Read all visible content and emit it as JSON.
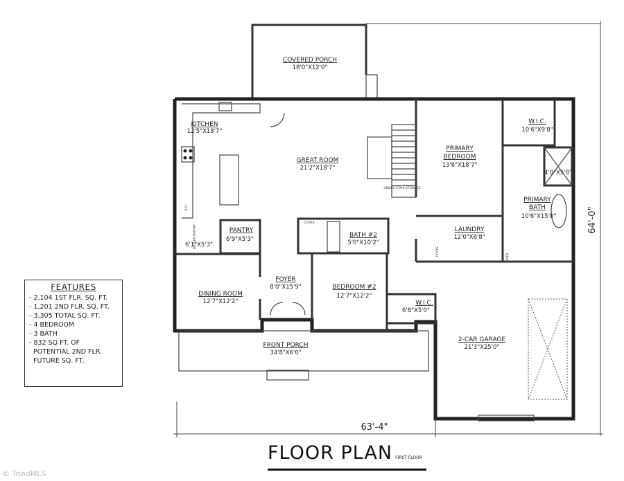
{
  "title": {
    "main": "FLOOR PLAN",
    "sub": "FIRST FLOOR"
  },
  "features": {
    "heading": "FEATURES",
    "items": [
      "- 2,104 1ST FLR. SQ. FT.",
      "- 1,201 2ND FLR. SQ. FT.",
      "- 3,305 TOTAL SQ. FT.",
      "- 4 BEDROOM",
      "- 3 BATH",
      "- 832 SQ FT. OF\n  POTENTIAL 2ND FLR.\n  FUTURE SQ. FT."
    ]
  },
  "dimensions": {
    "width": "63'-4\"",
    "depth": "64'-0\""
  },
  "rooms": {
    "covered_porch": {
      "name": "COVERED PORCH",
      "size": "18'0\"X12'0\""
    },
    "kitchen": {
      "name": "KITCHEN",
      "size": "12'5\"X18'7\""
    },
    "great_room": {
      "name": "GREAT ROOM",
      "size": "21'2\"X18'7\""
    },
    "primary_bedroom": {
      "name1": "PRIMARY",
      "name2": "BEDROOM",
      "size": "13'6\"X18'7\""
    },
    "primary_wic": {
      "name": "W.I.C.",
      "size": "10'6\"X9'8\""
    },
    "shower": {
      "size": "4'0\"X5'8\""
    },
    "primary_bath": {
      "name1": "PRIMARY",
      "name2": "BATH",
      "size": "10'6\"X15'0\""
    },
    "laundry": {
      "name": "LAUNDRY",
      "size": "12'0\"X6'8\""
    },
    "pantry": {
      "name": "PANTRY",
      "size": "6'9\"X5'3\""
    },
    "butler_pantry": {
      "name": "BUTLER PANTRY",
      "size": "6'1\"X5'3\""
    },
    "bath2": {
      "name": "BATH #2",
      "size": "5'0\"X10'2\""
    },
    "foyer": {
      "name": "FOYER",
      "size": "8'0\"X15'9\""
    },
    "dining": {
      "name": "DINING ROOM",
      "size": "12'7\"X12'2\""
    },
    "bedroom2": {
      "name": "BEDROOM #2",
      "size": "12'7\"X12'2\""
    },
    "wic2": {
      "name": "W.I.C.",
      "size": "6'8\"X5'0\""
    },
    "front_porch": {
      "name": "FRONT PORCH",
      "size": "34'8\"X6'0\""
    },
    "garage": {
      "name": "2-CAR GARAGE",
      "size": "21'3\"X25'0\""
    }
  },
  "small_labels": {
    "coats": "COATS",
    "coats2": "COATS",
    "ref": "REF.",
    "linen": "LINEN",
    "stair_storage": "UNDER STAIR STORAGE"
  },
  "watermark": "© TriadMLS"
}
